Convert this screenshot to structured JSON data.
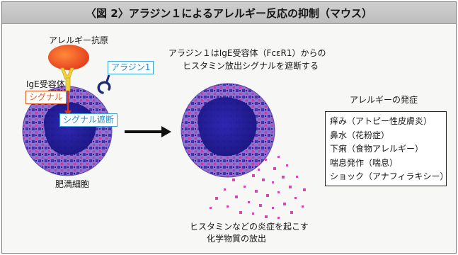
{
  "title": "〈図 2〉アラジン１によるアレルギー反応の抑制（マウス）",
  "labels": {
    "allergen": "アレルギー抗原",
    "ige_receptor": "IgE受容体",
    "signal": "シグナル",
    "arajin": "アラジン1",
    "signal_block": "シグナル遮断",
    "mast_cell": "肥満細胞",
    "explain_line1": "アラジン１はIgE受容体（FcεR1）からの",
    "explain_line2": "ヒスタミン放出シグナルを遮断する",
    "release_line1": "ヒスタミンなどの炎症を起こす",
    "release_line2": "化学物質の放出"
  },
  "symptoms": {
    "heading": "アレルギーの発症",
    "items": [
      "痒み（アトピー性皮膚炎）",
      "鼻水（花粉症）",
      "下痢（食物アレルギー）",
      "喘息発作（喘息）",
      "ショック（アナフィラキシー）"
    ]
  },
  "colors": {
    "cell_body": "#7a62c4",
    "nucleus": "#1f1a9a",
    "granule": "#d14ab0",
    "allergen": "#f04a1c",
    "receptor": "#f2d23a",
    "signal_line": "#d8361c",
    "arajin": "#3aa0d8"
  }
}
